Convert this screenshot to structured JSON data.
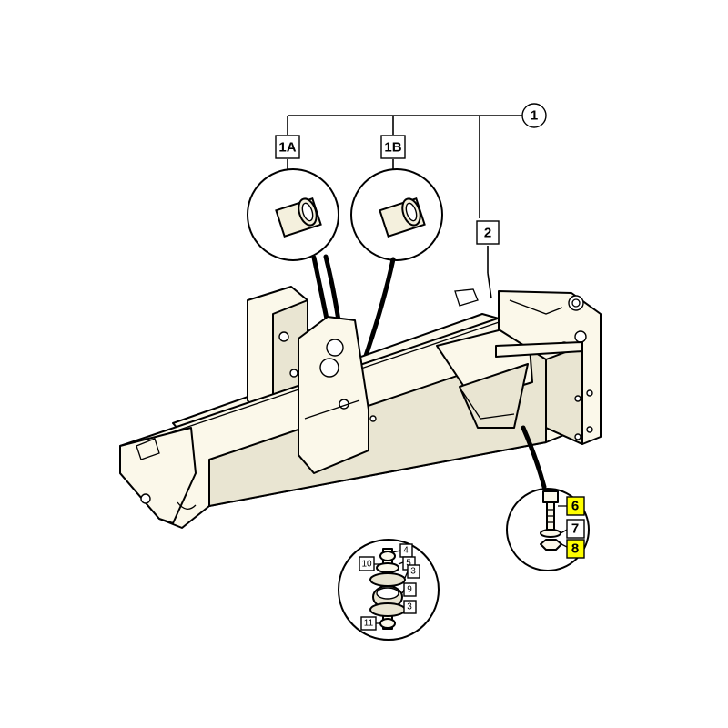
{
  "callouts": {
    "c1": "1",
    "c1a": "1A",
    "c1b": "1B",
    "c2": "2",
    "c6": "6",
    "c7": "7",
    "c8": "8",
    "c10": "10",
    "c4": "4",
    "c5": "5",
    "c3a": "3",
    "c9": "9",
    "c3b": "3",
    "c11": "11"
  },
  "colors": {
    "highlight": "#ffff00",
    "outline": "#000000",
    "part_fill": "#fbf8ea"
  }
}
